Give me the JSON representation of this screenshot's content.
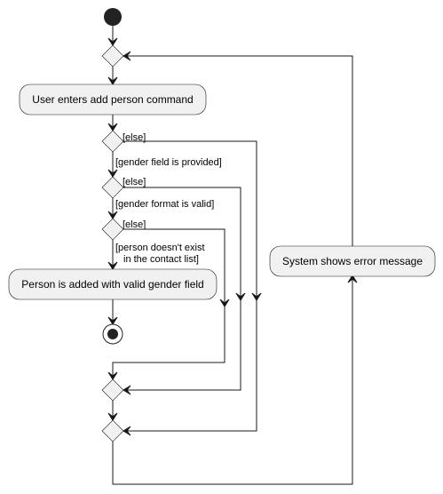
{
  "diagram": {
    "colors": {
      "node_fill": "#f1f1f1",
      "stroke": "#181818",
      "start_fill": "#222222",
      "background": "#ffffff"
    },
    "actions": {
      "enter_command": "User enters add person command",
      "person_added": "Person is added with valid gender field",
      "show_error": "System shows error message"
    },
    "guards": {
      "else_1": "[else]",
      "gender_provided": "[gender field is provided]",
      "else_2": "[else]",
      "gender_valid": "[gender format is valid]",
      "else_3": "[else]",
      "person_not_exist_line1": "[person doesn't exist",
      "person_not_exist_line2": "in the contact list]"
    }
  }
}
